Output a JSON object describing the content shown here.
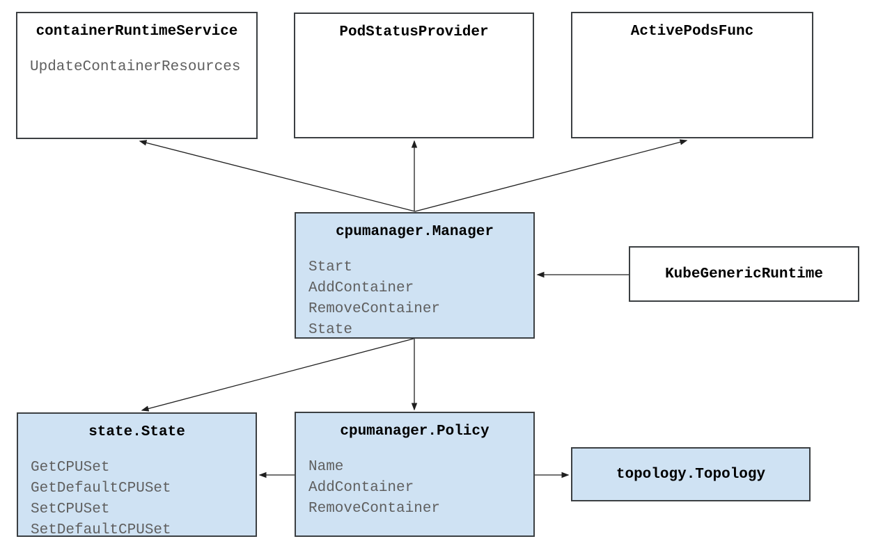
{
  "diagram": {
    "colors": {
      "background": "#ffffff",
      "node_fill_white": "#ffffff",
      "node_fill_blue": "#cfe2f3",
      "node_border": "#3b3f42",
      "title_text": "#000000",
      "method_text": "#5f5f5f",
      "arrow": "#1f1f1f"
    },
    "nodes": [
      {
        "id": "container-runtime-service",
        "title": "containerRuntimeService",
        "fill": "white",
        "methods": [
          "UpdateContainerResources"
        ]
      },
      {
        "id": "pod-status-provider",
        "title": "PodStatusProvider",
        "fill": "white",
        "methods": []
      },
      {
        "id": "active-pods-func",
        "title": "ActivePodsFunc",
        "fill": "white",
        "methods": []
      },
      {
        "id": "cpumanager-manager",
        "title": "cpumanager.Manager",
        "fill": "blue",
        "methods": [
          "Start",
          "AddContainer",
          "RemoveContainer",
          "State"
        ]
      },
      {
        "id": "kube-generic-runtime",
        "title": "KubeGenericRuntime",
        "fill": "white",
        "methods": []
      },
      {
        "id": "state-state",
        "title": "state.State",
        "fill": "blue",
        "methods": [
          "GetCPUSet",
          "GetDefaultCPUSet",
          "SetCPUSet",
          "SetDefaultCPUSet"
        ]
      },
      {
        "id": "cpumanager-policy",
        "title": "cpumanager.Policy",
        "fill": "blue",
        "methods": [
          "Name",
          "AddContainer",
          "RemoveContainer"
        ]
      },
      {
        "id": "topology-topology",
        "title": "topology.Topology",
        "fill": "blue",
        "methods": []
      }
    ],
    "edges": [
      {
        "from": "cpumanager-manager",
        "to": "container-runtime-service"
      },
      {
        "from": "cpumanager-manager",
        "to": "pod-status-provider"
      },
      {
        "from": "cpumanager-manager",
        "to": "active-pods-func"
      },
      {
        "from": "kube-generic-runtime",
        "to": "cpumanager-manager"
      },
      {
        "from": "cpumanager-manager",
        "to": "state-state"
      },
      {
        "from": "cpumanager-manager",
        "to": "cpumanager-policy"
      },
      {
        "from": "cpumanager-policy",
        "to": "state-state"
      },
      {
        "from": "cpumanager-policy",
        "to": "topology-topology"
      }
    ]
  }
}
